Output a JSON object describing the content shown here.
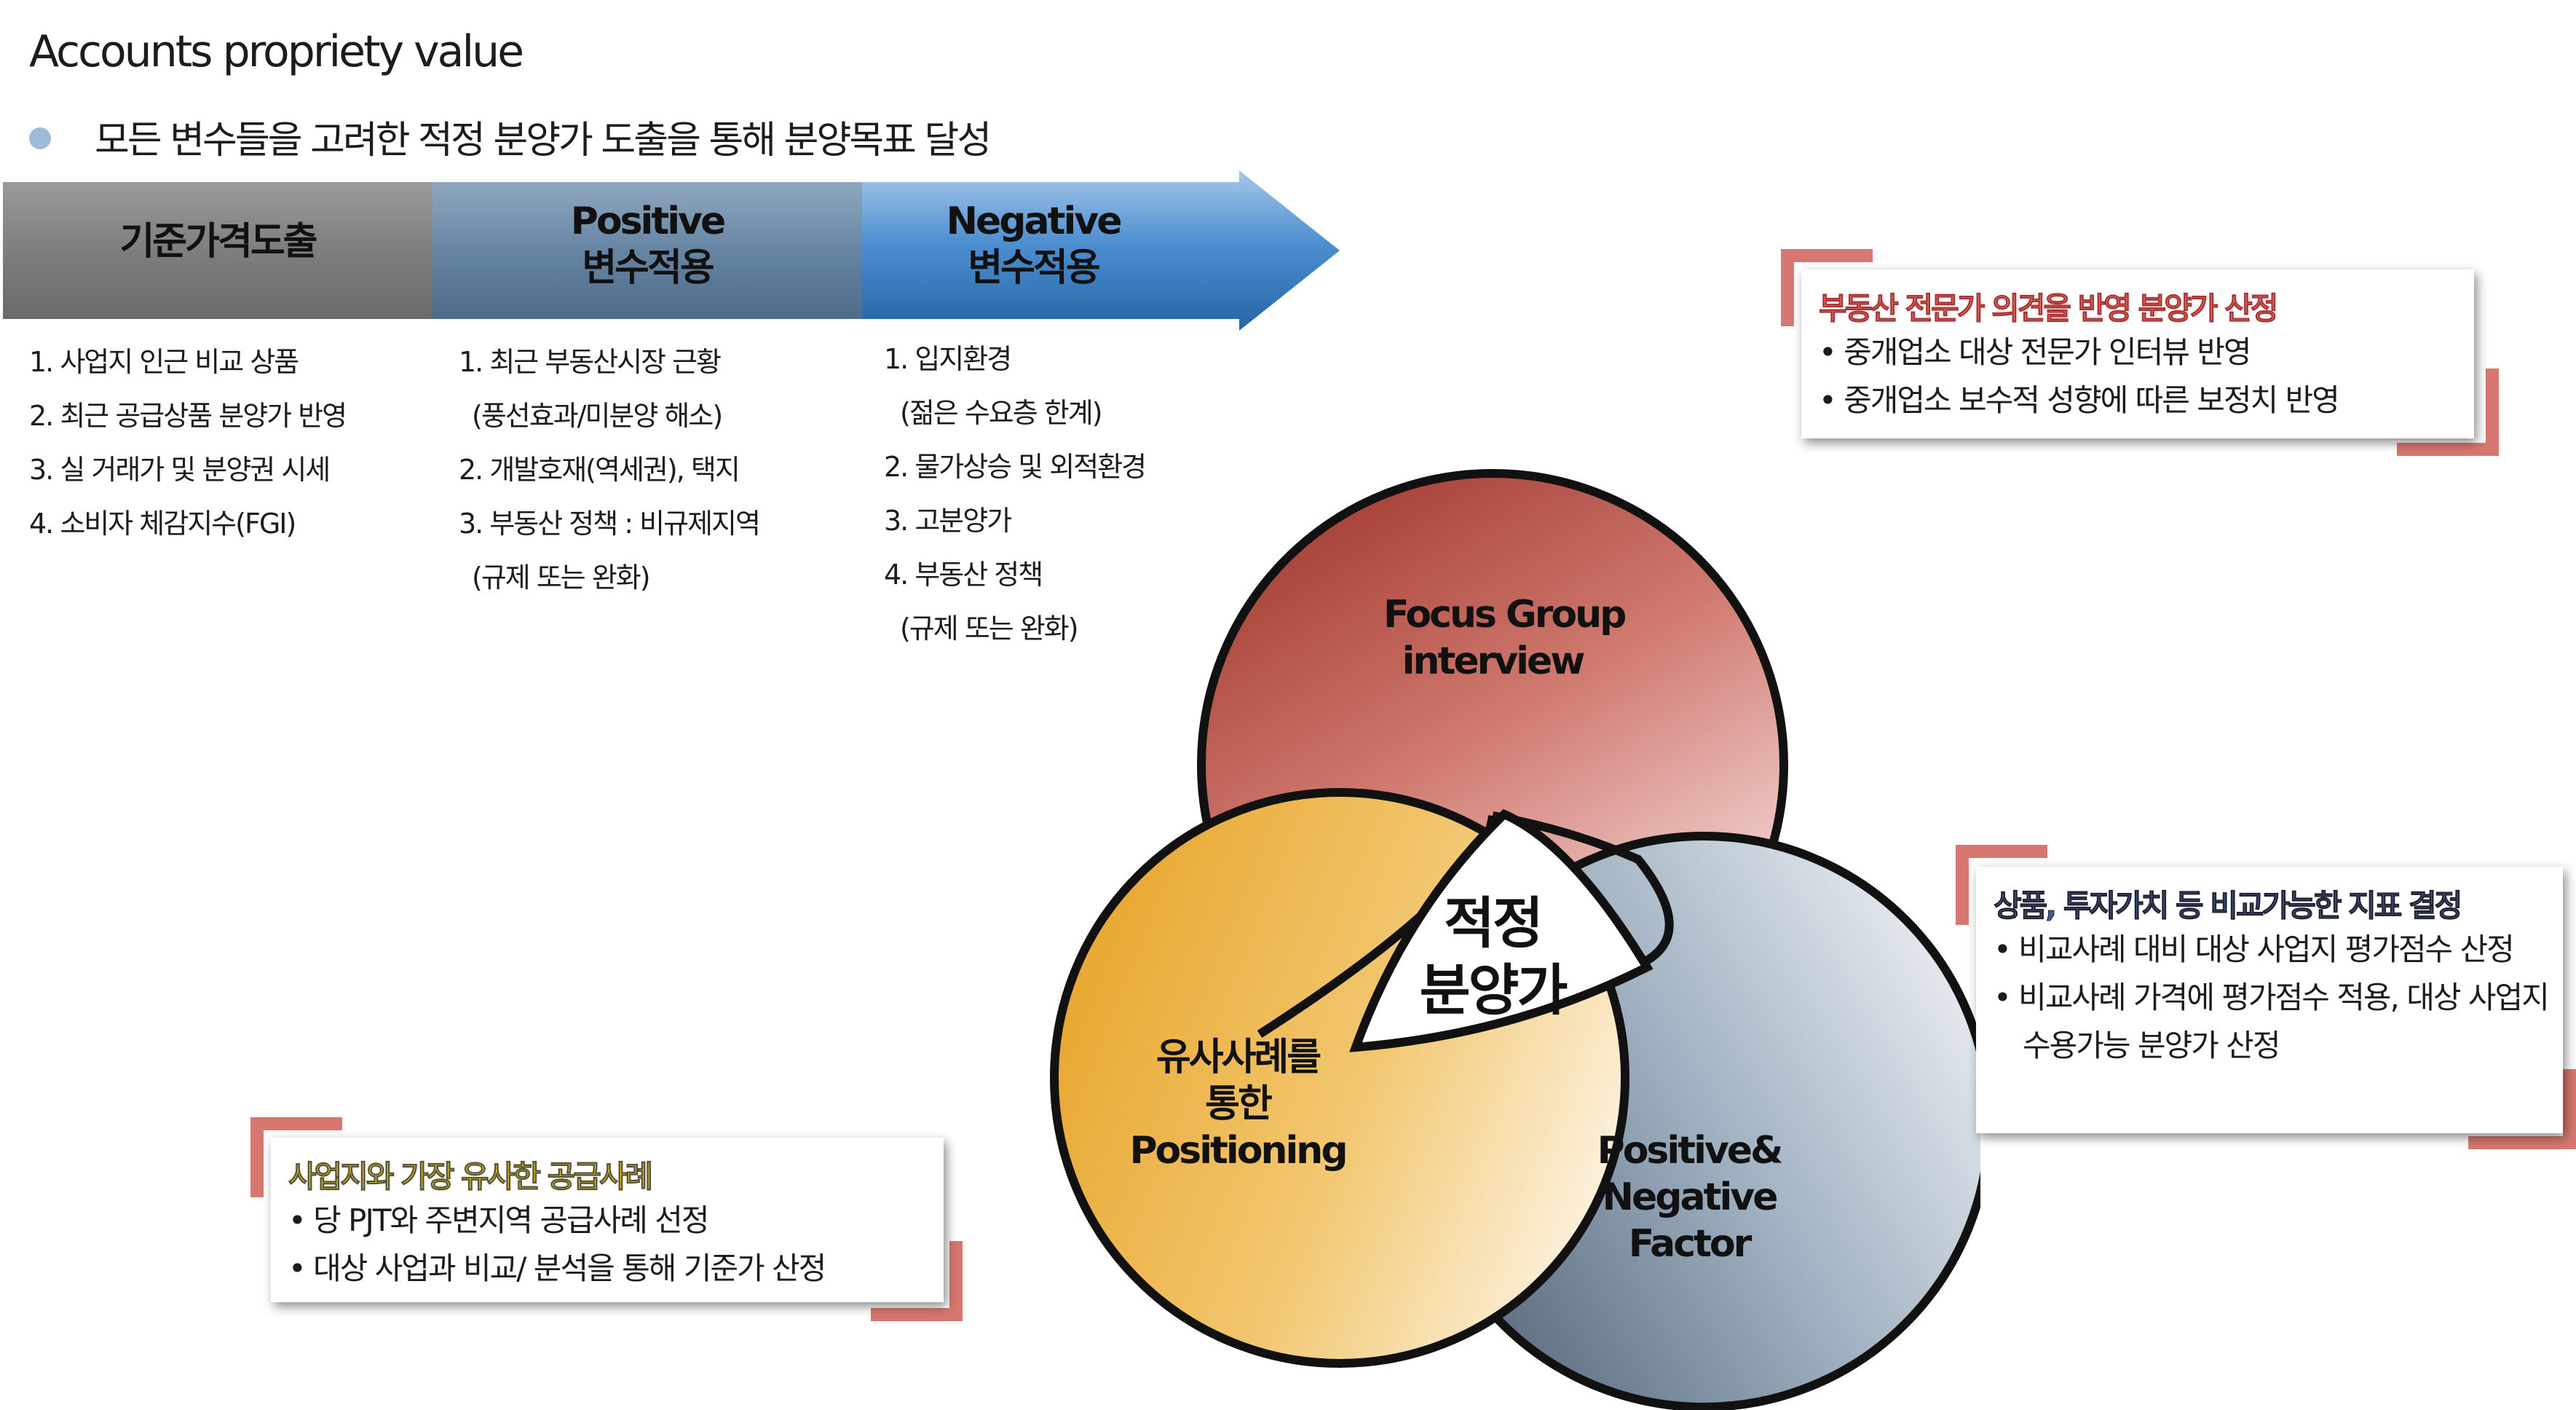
{
  "header": {
    "title": "Accounts propriety value",
    "subtitle": "모든 변수들을 고려한 적정 분양가 도출을 통해 분양목표 달성"
  },
  "stages": [
    {
      "line1": "기준가격도출",
      "line2": ""
    },
    {
      "line1": "Positive",
      "line2": "변수적용"
    },
    {
      "line1": "Negative",
      "line2": "변수적용"
    }
  ],
  "columns": [
    {
      "items": [
        "1. 사업지 인근 비교 상품",
        "2. 최근 공급상품 분양가 반영",
        "3. 실 거래가 및 분양권 시세",
        "4. 소비자 체감지수(FGI)"
      ]
    },
    {
      "items": [
        "1. 최근 부동산시장 근황",
        "(풍선효과/미분양 해소)",
        "2. 개발호재(역세권), 택지",
        "3. 부동산 정책 : 비규제지역",
        "(규제 또는 완화)"
      ]
    },
    {
      "items": [
        "1. 입지환경",
        "(젊은 수요층 한계)",
        "2. 물가상승 및 외적환경",
        "3. 고분양가",
        "4. 부동산 정책",
        "(규제 또는 완화)"
      ]
    }
  ],
  "venn": {
    "top": {
      "line1": "Focus Group",
      "line2": "interview"
    },
    "left": {
      "line1": "유사사례를",
      "line2": "통한",
      "line3": "Positioning"
    },
    "right": {
      "line1": "Positive&",
      "line2": "Negative",
      "line3": "Factor"
    },
    "center": {
      "line1": "적정",
      "line2": "분양가"
    }
  },
  "boxes": {
    "top_right": {
      "heading": "부동산 전문가 의견을 반영 분양가 산정",
      "items": [
        "• 중개업소 대상 전문가 인터뷰 반영",
        "• 중개업소 보수적 성향에 따른 보정치 반영"
      ]
    },
    "mid_right": {
      "heading": "상품, 투자가치 등 비교가능한 지표 결정",
      "items": [
        "• 비교사례 대비 대상 사업지 평가점수 산정",
        "• 비교사례 가격에 평가점수 적용, 대상 사업지",
        "수용가능 분양가 산정"
      ]
    },
    "bottom_left": {
      "heading": "사업지와 가장 유사한 공급사례",
      "items": [
        "• 당 PJT와 주변지역 공급사례 선정",
        "• 대상 사업과 비교/ 분석을 통해 기준가 산정"
      ]
    }
  },
  "colors": {
    "stage1": "#7a7a7a",
    "stage2": "#5f7f9c",
    "stage3": "#2f74b8",
    "top_circle": "#b3453a",
    "left_circle": "#eab13c",
    "right_circle": "#7d8ea1",
    "corner_accent": "#d7776f",
    "heading_red_fill": "#e1786d",
    "heading_blue_fill": "#3f5f8f",
    "heading_yellow_fill": "#f1c72a"
  }
}
